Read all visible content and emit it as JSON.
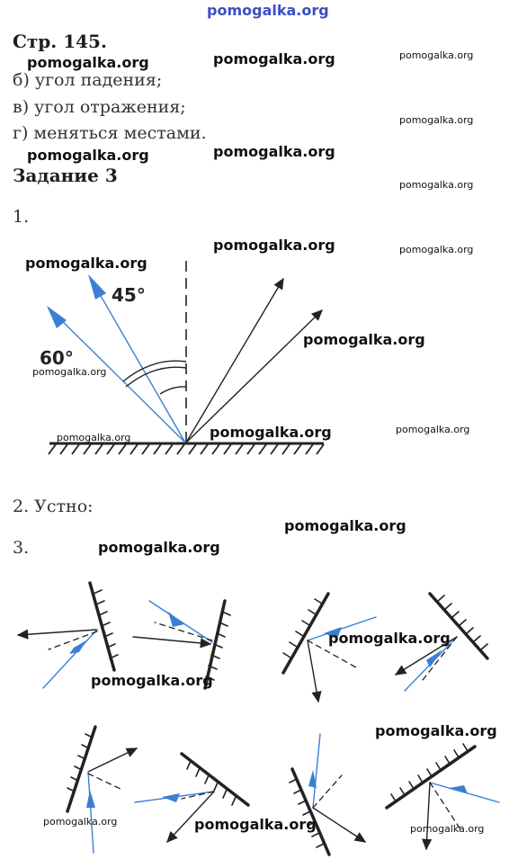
{
  "watermark_top": "pomogalka.org",
  "watermark": "pomogalka.org",
  "page_heading": "Стр. 145.",
  "answers": [
    "б) угол падения;",
    "в) угол отражения;",
    "г) меняться местами."
  ],
  "task_heading": "Задание 3",
  "items": {
    "item1": "1.",
    "item2": "2. Устно:",
    "item3": "3."
  },
  "figure1": {
    "angle_45": "45°",
    "angle_60": "60°"
  },
  "colors": {
    "incident_ray": "#3b7fd4",
    "reflected_ray": "#222222",
    "mirror": "#222222"
  }
}
